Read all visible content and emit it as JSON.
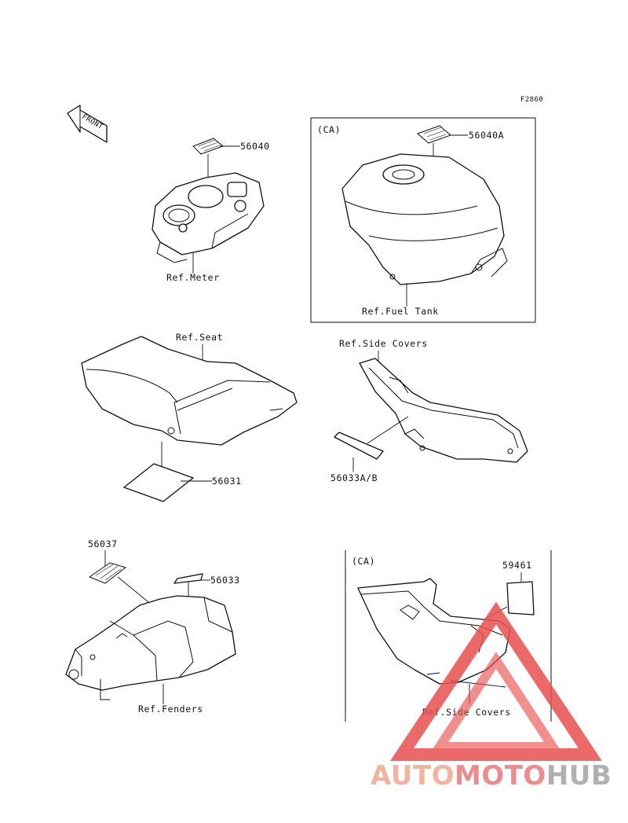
{
  "figure_code": "F2860",
  "front_arrow": "FRONT",
  "panels": {
    "meter": {
      "part_number": "56040",
      "ref_label": "Ref.Meter"
    },
    "fuel_tank": {
      "region": "(CA)",
      "part_number": "56040A",
      "ref_label": "Ref.Fuel Tank"
    },
    "seat": {
      "ref_label": "Ref.Seat",
      "part_number": "56031"
    },
    "side_covers": {
      "ref_label": "Ref.Side Covers",
      "part_number": "56033A/B"
    },
    "fenders": {
      "part_number_a": "56037",
      "part_number_b": "56033",
      "ref_label": "Ref.Fenders"
    },
    "side_covers_ca": {
      "region": "(CA)",
      "part_number": "59461",
      "ref_label": "Ref.Side Covers"
    }
  },
  "watermark": {
    "part1": "AUTO",
    "part2": "MOTO",
    "part3": "HUB",
    "colors": {
      "auto": "#f0a88e",
      "moto": "#e8787c",
      "hub": "#a3a3a3",
      "triangle": "#e8504f"
    }
  }
}
